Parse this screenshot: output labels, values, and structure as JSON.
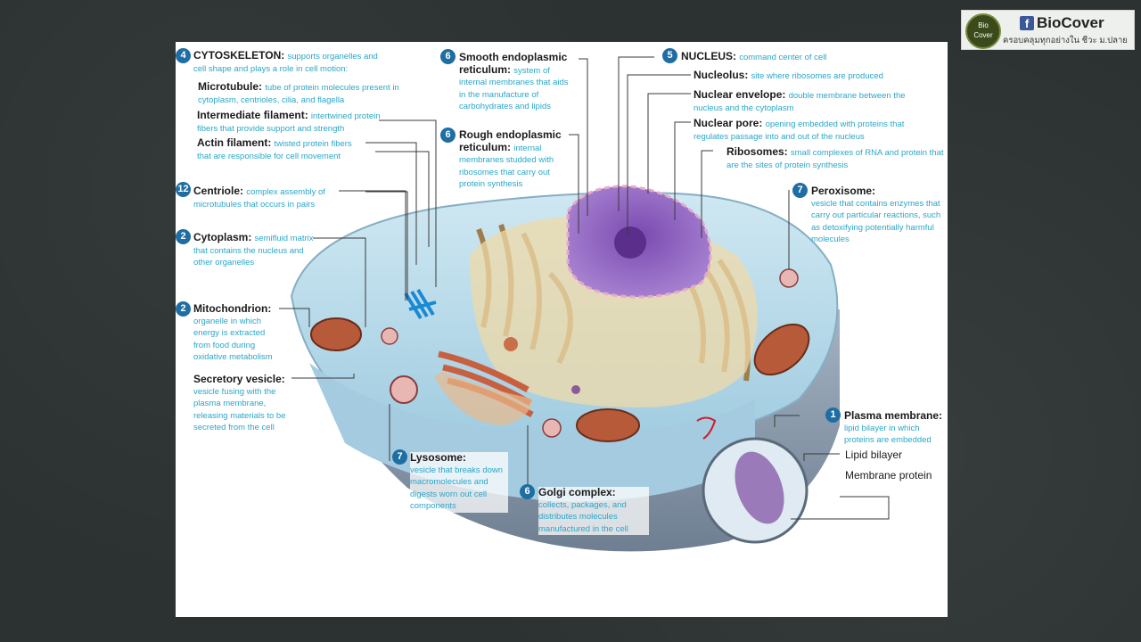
{
  "logo": {
    "badge_top": "Bio",
    "badge_bottom": "Cover",
    "brand": "BioCover",
    "tagline": "ครอบคลุมทุกอย่างใน ชีวะ ม.ปลาย",
    "facebook_glyph": "f"
  },
  "labels": {
    "cytoskeleton": {
      "num": "4",
      "title": "CYTOSKELETON:",
      "desc": "supports organelles and cell shape and plays a role in cell motion:"
    },
    "microtubule": {
      "title": "Microtubule:",
      "desc": "tube of protein molecules present in cytoplasm, centrioles, cilia, and flagella"
    },
    "intermediate": {
      "title": "Intermediate filament:",
      "desc": "intertwined protein fibers that provide support and strength"
    },
    "actin": {
      "title": "Actin filament:",
      "desc": "twisted protein fibers that are responsible for cell movement"
    },
    "centriole": {
      "num": "12",
      "title": "Centriole:",
      "desc": "complex assembly of microtubules that occurs in pairs"
    },
    "cytoplasm": {
      "num": "2",
      "title": "Cytoplasm:",
      "desc": "semifluid matrix that contains the nucleus and other organelles"
    },
    "mitochondrion": {
      "num": "2",
      "title": "Mitochondrion:",
      "desc": "organelle in which energy is extracted from food during oxidative metabolism"
    },
    "secretory": {
      "title": "Secretory vesicle:",
      "desc": "vesicle fusing with the plasma membrane, releasing materials to be secreted from the cell"
    },
    "smooth_er": {
      "num": "6",
      "title": "Smooth endoplasmic reticulum:",
      "desc": "system of internal membranes that aids in the manufacture of carbohydrates and lipids"
    },
    "rough_er": {
      "num": "6",
      "title": "Rough endoplasmic reticulum:",
      "desc": "internal membranes studded with ribosomes that carry out protein synthesis"
    },
    "nucleus": {
      "num": "5",
      "title": "NUCLEUS:",
      "desc": "command center of cell"
    },
    "nucleolus": {
      "title": "Nucleolus:",
      "desc": "site where ribosomes are produced"
    },
    "envelope": {
      "title": "Nuclear envelope:",
      "desc": "double membrane between the nucleus and the cytoplasm"
    },
    "pore": {
      "title": "Nuclear pore:",
      "desc": "opening embedded with proteins that regulates passage into and out of the nucleus"
    },
    "ribosomes": {
      "title": "Ribosomes:",
      "desc": "small complexes of RNA and protein that are the sites of protein synthesis"
    },
    "peroxisome": {
      "num": "7",
      "title": "Peroxisome:",
      "desc": "vesicle that contains enzymes that carry out particular reactions, such as detoxifying potentially harmful molecules"
    },
    "plasma": {
      "num": "1",
      "title": "Plasma membrane:",
      "desc": "lipid bilayer in which proteins are embedded"
    },
    "lipid_bilayer": "Lipid bilayer",
    "membrane_protein": "Membrane protein",
    "lysosome": {
      "num": "7",
      "title": "Lysosome:",
      "desc": "vesicle that breaks down macromolecules and digests worn out cell components"
    },
    "golgi": {
      "num": "6",
      "title": "Golgi complex:",
      "desc": "collects, packages, and distributes molecules manufactured in the cell"
    }
  }
}
